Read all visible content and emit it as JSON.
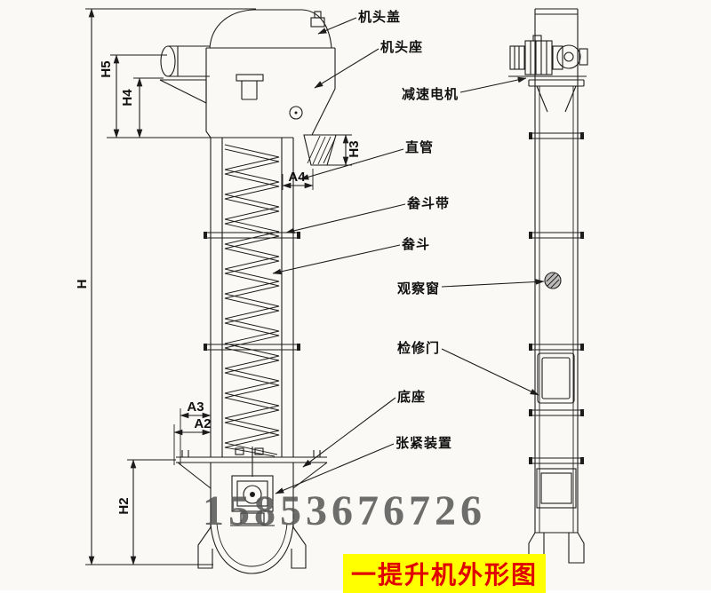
{
  "part_labels": {
    "head_cover": "机头盖",
    "head_seat": "机头座",
    "gear_motor": "减速电机",
    "straight_pipe": "直管",
    "bucket_belt": "畚斗带",
    "bucket": "畚斗",
    "observation_window": "观察窗",
    "inspection_door": "检修门",
    "base": "底座",
    "tensioning_device": "张紧装置"
  },
  "dimensions": {
    "h5": "H5",
    "h4": "H4",
    "h": "H",
    "h3": "H3",
    "a4": "A4",
    "a3": "A3",
    "a2": "A2",
    "h2": "H2"
  },
  "watermark": {
    "text": "15853676726",
    "color": "#555555"
  },
  "caption": {
    "text": "一提升机外形图",
    "text_color": "#e00000",
    "bg_color": "#ffff00"
  },
  "drawing": {
    "line_color": "#1c1c1c",
    "views": [
      "front-view",
      "side-view"
    ]
  }
}
